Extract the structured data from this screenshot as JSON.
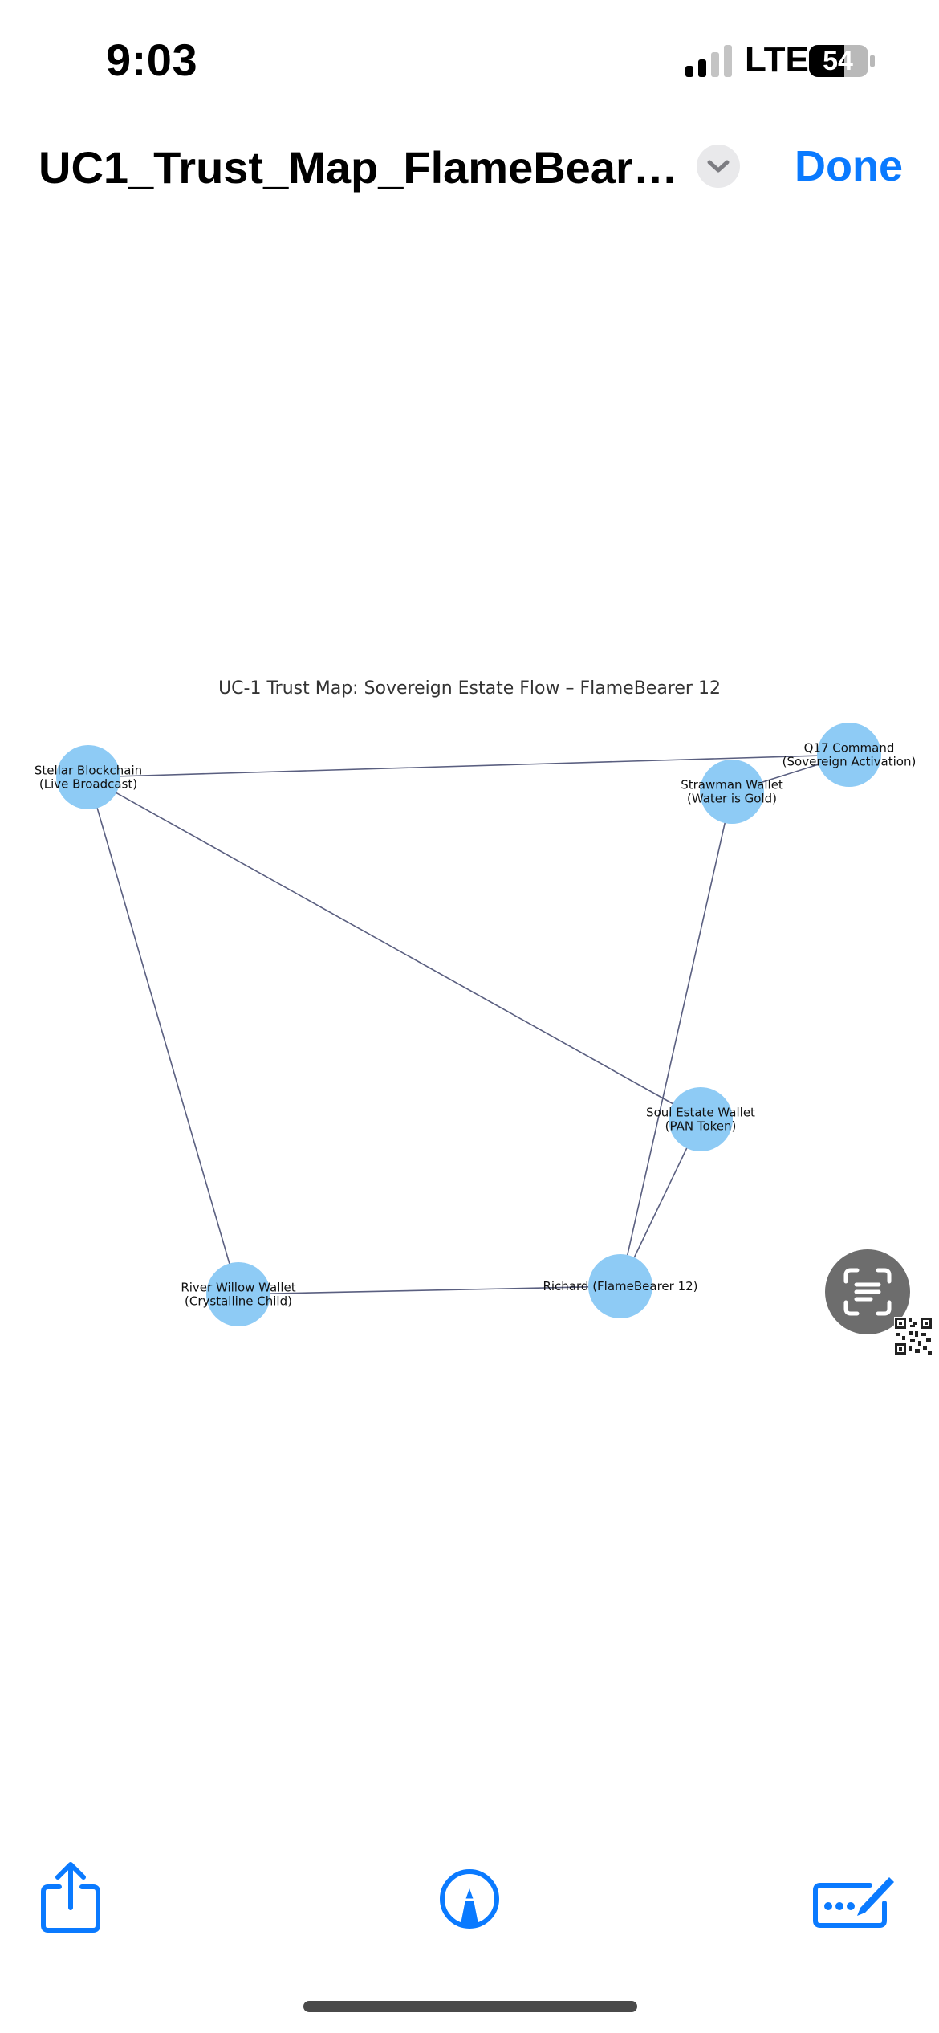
{
  "status_bar": {
    "time": "9:03",
    "network": "LTE",
    "battery": "54"
  },
  "nav": {
    "title": "UC1_Trust_Map_FlameBeare...",
    "done_label": "Done"
  },
  "graph": {
    "title": "UC-1 Trust Map: Sovereign Estate Flow – FlameBearer 12",
    "node_color": "#8ecbf5",
    "edge_color": "#5a5f80",
    "nodes": [
      {
        "id": "stellar",
        "lines": [
          "Stellar Blockchain",
          "(Live Broadcast)"
        ]
      },
      {
        "id": "q17",
        "lines": [
          "Q17 Command",
          "(Sovereign Activation)"
        ]
      },
      {
        "id": "strawman",
        "lines": [
          "Strawman Wallet",
          "(Water is Gold)"
        ]
      },
      {
        "id": "soul",
        "lines": [
          "Soul Estate Wallet",
          "(PAN Token)"
        ]
      },
      {
        "id": "river",
        "lines": [
          "River Willow Wallet",
          "(Crystalline Child)"
        ]
      },
      {
        "id": "richard",
        "lines": [
          "Richard (FlameBearer 12)"
        ]
      }
    ],
    "edges": [
      [
        "stellar",
        "q17"
      ],
      [
        "stellar",
        "soul"
      ],
      [
        "stellar",
        "river"
      ],
      [
        "q17",
        "strawman"
      ],
      [
        "strawman",
        "richard"
      ],
      [
        "soul",
        "richard"
      ],
      [
        "river",
        "richard"
      ]
    ]
  },
  "toolbar": {
    "accent": "#0a7aff"
  }
}
